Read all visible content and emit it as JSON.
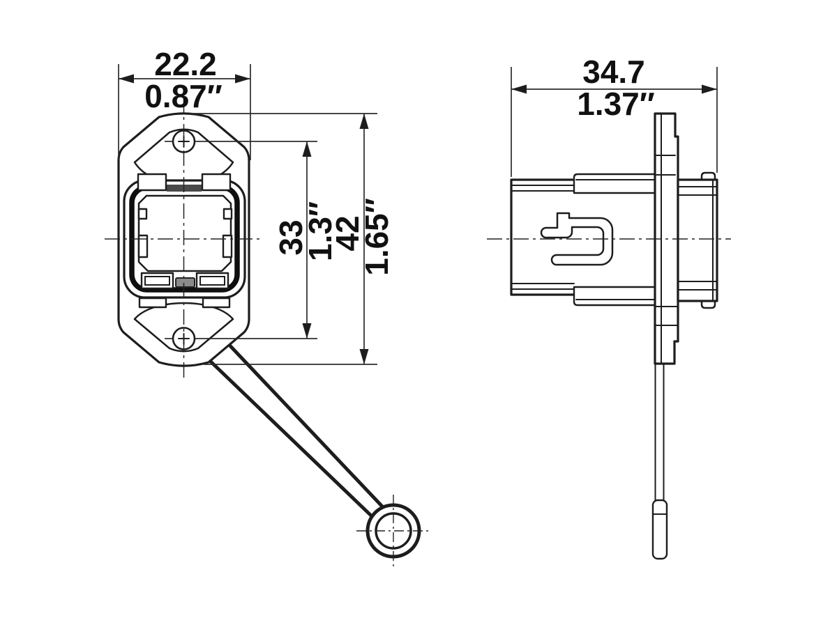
{
  "drawing": {
    "title": "panel-mount connector dimensional drawing",
    "views": {
      "front": {
        "width_dim": {
          "mm": "22.2",
          "inch": "0.87″"
        },
        "hole_spacing_dim": {
          "mm": "33",
          "inch": "1.3″"
        },
        "height_dim": {
          "mm": "42",
          "inch": "1.65″"
        }
      },
      "side": {
        "depth_dim": {
          "mm": "34.7",
          "inch": "1.37″"
        }
      }
    },
    "colors": {
      "line": "#1d1d1d",
      "thick_line": "#0f0f0f",
      "background": "#ffffff",
      "gray_fill": "#8a8a8a"
    }
  }
}
